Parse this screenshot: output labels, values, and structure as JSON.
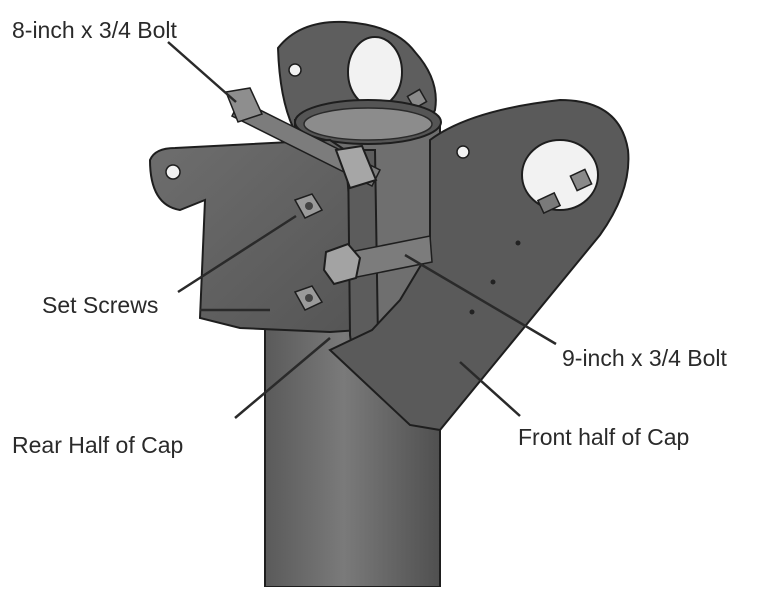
{
  "labels": {
    "bolt_8in": "8-inch x 3/4 Bolt",
    "set_screws": "Set Screws",
    "bolt_9in": "9-inch x 3/4 Bolt",
    "rear_half": "Rear Half of Cap",
    "front_half": "Front half of Cap"
  },
  "colors": {
    "metal_dark": "#4e4e4e",
    "metal_mid": "#6a6a6a",
    "metal_light": "#8a8a8a",
    "pipe": "#6b6b6b",
    "outline": "#1e1e1e",
    "leader": "#2a2a2a",
    "text": "#2a2a2a"
  }
}
